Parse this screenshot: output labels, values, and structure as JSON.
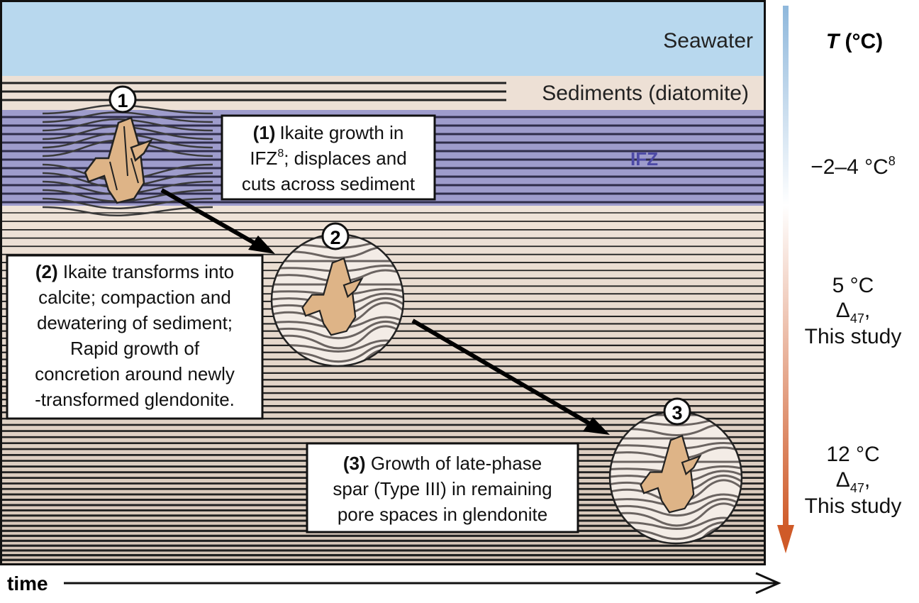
{
  "colors": {
    "seawater": "#b8d8ee",
    "sediment": "#ede0d5",
    "ifz": "#9e9ccc",
    "ifz_label": "#4d4aa6",
    "crystal": "#deb487",
    "layer_line": "#222222",
    "box_border": "#111111",
    "temp_cold": "#8fb8dc",
    "temp_warm": "#cf5a28"
  },
  "zones": {
    "seawater": "Seawater",
    "sediments": "Sediments (diatomite)",
    "ifz": "IFZ"
  },
  "stages": [
    {
      "number": "1",
      "title": "(1)",
      "lines": [
        "Ikaite growth in",
        "IFZ",
        "8",
        "; displaces and",
        "cuts across sediment"
      ]
    },
    {
      "number": "2",
      "title": "(2)",
      "lines": [
        " Ikaite transforms into",
        "calcite; compaction and",
        "dewatering of sediment;",
        "Rapid growth of",
        "concretion around newly",
        "-transformed glendonite."
      ]
    },
    {
      "number": "3",
      "title": "(3)",
      "lines": [
        " Growth of late-phase",
        "spar (Type III) in remaining",
        "pore spaces in glendonite"
      ]
    }
  ],
  "temperature": {
    "header_symbol": "T",
    "header_unit": " (°C)",
    "values": [
      {
        "main": "−2–4 °C",
        "sup": "8"
      },
      {
        "main": "5 °C",
        "delta": "Δ",
        "sub": "47",
        "comma": ",",
        "study": "This study"
      },
      {
        "main": "12 °C",
        "delta": "Δ",
        "sub": "47",
        "comma": ",",
        "study": "This study"
      }
    ]
  },
  "axis": {
    "label": "time"
  }
}
